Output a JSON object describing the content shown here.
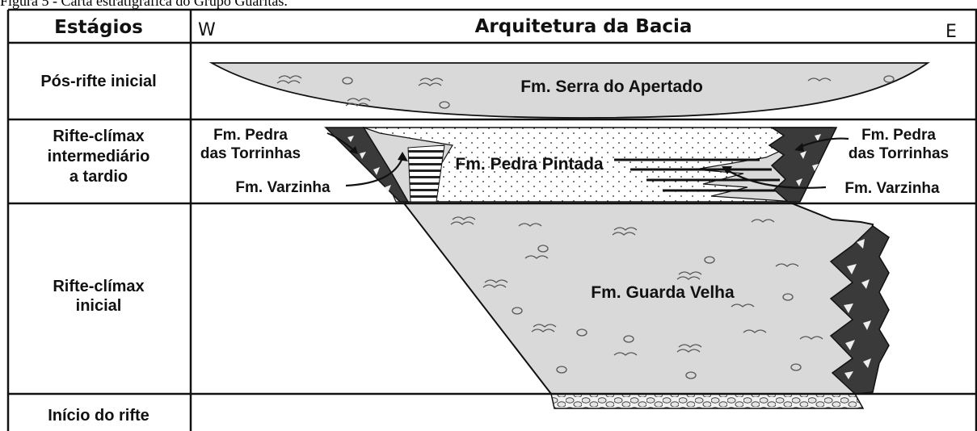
{
  "figure": {
    "caption": "Figura 5 - Carta estratigráfica do Grupo Guaritas."
  },
  "header": {
    "stages_title": "Estágios",
    "west": "W",
    "architecture_title": "Arquitetura da Bacia",
    "east": "E"
  },
  "stages": {
    "pos_rifte": "Pós-rifte inicial",
    "climax_tardio": [
      "Rifte-clímax",
      "intermediário",
      "a tardio"
    ],
    "climax_inicial": [
      "Rifte-clímax",
      "inicial"
    ],
    "inicio": "Início do rifte"
  },
  "formations": {
    "serra_do_apertado": "Fm. Serra do Apertado",
    "pedra_pintada": "Fm. Pedra Pintada",
    "guarda_velha": "Fm. Guarda Velha",
    "pedra_torrinhas_w": [
      "Fm. Pedra",
      "das Torrinhas"
    ],
    "varzinha_w": "Fm. Varzinha",
    "pedra_torrinhas_e": [
      "Fm. Pedra",
      "das Torrinhas"
    ],
    "varzinha_e": "Fm. Varzinha"
  },
  "colors": {
    "light_fill": "#d9d9d9",
    "dark_fill": "#3a3a3a",
    "line": "#111111"
  }
}
